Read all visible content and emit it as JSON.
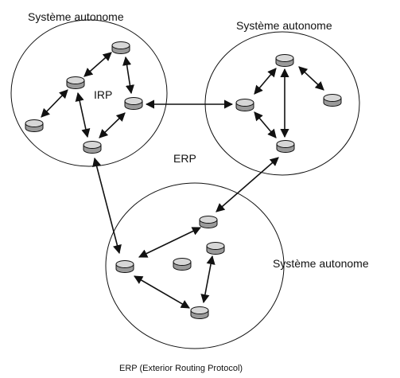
{
  "labels": {
    "as_top_left": "Système autonome",
    "as_top_right": "Système autonome",
    "as_bottom": "Système autonome",
    "irp": "IRP",
    "erp": "ERP",
    "caption": "ERP (Exterior Routing Protocol)"
  },
  "colors": {
    "stroke": "#111111",
    "router_fill": "#c9c9c9",
    "router_top": "#e3e3e3"
  },
  "icons": {
    "router": "router-icon",
    "link": "double-arrow-link"
  }
}
